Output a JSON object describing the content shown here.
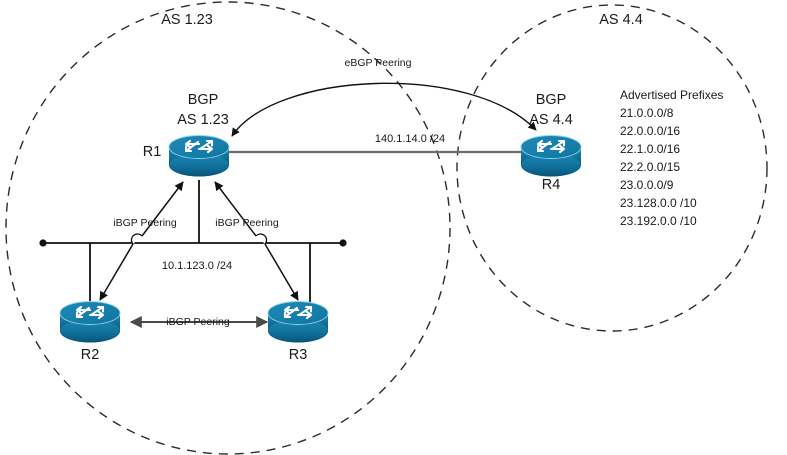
{
  "diagram": {
    "title": "BGP Network Topology",
    "background_color": "#ffffff",
    "router_color": "#11719b",
    "router_color_dark": "#0d5f85",
    "router_color_light": "#1a86b4",
    "boundary_color": "#2b2b2b",
    "gray_link_color": "#6e6e6e"
  },
  "autonomous_systems": [
    {
      "id": "as-left",
      "label": "AS 1.23"
    },
    {
      "id": "as-right",
      "label": "AS 4.4"
    }
  ],
  "routers": [
    {
      "id": "r1",
      "name": "R1",
      "protocol": "BGP",
      "as_label": "AS 1.23"
    },
    {
      "id": "r4",
      "name": "R4",
      "protocol": "BGP",
      "as_label": "AS 4.4"
    },
    {
      "id": "r2",
      "name": "R2",
      "protocol": "",
      "as_label": ""
    },
    {
      "id": "r3",
      "name": "R3",
      "protocol": "",
      "as_label": ""
    }
  ],
  "links": [
    {
      "id": "r1-r4",
      "label": "140.1.14.0 /24"
    },
    {
      "id": "lan-bus",
      "label": "10.1.123.0 /24"
    }
  ],
  "peerings": [
    {
      "id": "ebgp-r1-r4",
      "label": "eBGP Peering"
    },
    {
      "id": "ibgp-r1-r2",
      "label": "iBGP Peering"
    },
    {
      "id": "ibgp-r1-r3",
      "label": "iBGP Peering"
    },
    {
      "id": "ibgp-r2-r3",
      "label": "iBGP Peering"
    }
  ],
  "advertised_prefixes": {
    "heading": "Advertised Prefixes",
    "items": [
      "21.0.0.0/8",
      "22.0.0.0/16",
      "22.1.0.0/16",
      "22.2.0.0/15",
      "23.0.0.0/9",
      "23.128.0.0 /10",
      "23.192.0.0 /10"
    ]
  }
}
